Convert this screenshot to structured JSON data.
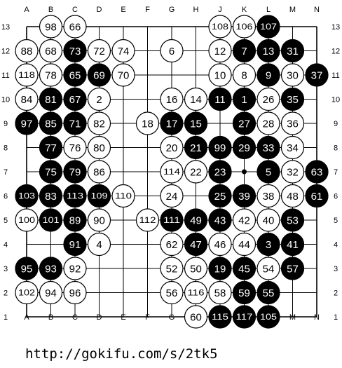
{
  "board": {
    "size": 13,
    "columns": [
      "A",
      "B",
      "C",
      "D",
      "E",
      "F",
      "G",
      "H",
      "J",
      "K",
      "L",
      "M",
      "N"
    ],
    "rows": [
      "13",
      "12",
      "11",
      "10",
      "9",
      "8",
      "7",
      "6",
      "5",
      "4",
      "3",
      "2",
      "1"
    ],
    "stones": [
      {
        "col": "B",
        "row": 13,
        "color": "white",
        "number": "98"
      },
      {
        "col": "C",
        "row": 13,
        "color": "white",
        "number": "66"
      },
      {
        "col": "J",
        "row": 13,
        "color": "white",
        "number": "108"
      },
      {
        "col": "K",
        "row": 13,
        "color": "white",
        "number": "106"
      },
      {
        "col": "L",
        "row": 13,
        "color": "black",
        "number": "107"
      },
      {
        "col": "A",
        "row": 12,
        "color": "white",
        "number": "88"
      },
      {
        "col": "B",
        "row": 12,
        "color": "white",
        "number": "68"
      },
      {
        "col": "C",
        "row": 12,
        "color": "black",
        "number": "73"
      },
      {
        "col": "D",
        "row": 12,
        "color": "white",
        "number": "72"
      },
      {
        "col": "E",
        "row": 12,
        "color": "white",
        "number": "74"
      },
      {
        "col": "G",
        "row": 12,
        "color": "white",
        "number": "6"
      },
      {
        "col": "J",
        "row": 12,
        "color": "white",
        "number": "12"
      },
      {
        "col": "K",
        "row": 12,
        "color": "black",
        "number": "7"
      },
      {
        "col": "L",
        "row": 12,
        "color": "black",
        "number": "13"
      },
      {
        "col": "M",
        "row": 12,
        "color": "black",
        "number": "31"
      },
      {
        "col": "A",
        "row": 11,
        "color": "white",
        "number": "118"
      },
      {
        "col": "B",
        "row": 11,
        "color": "white",
        "number": "78"
      },
      {
        "col": "C",
        "row": 11,
        "color": "black",
        "number": "65"
      },
      {
        "col": "D",
        "row": 11,
        "color": "black",
        "number": "69"
      },
      {
        "col": "E",
        "row": 11,
        "color": "white",
        "number": "70"
      },
      {
        "col": "J",
        "row": 11,
        "color": "white",
        "number": "10"
      },
      {
        "col": "K",
        "row": 11,
        "color": "white",
        "number": "8"
      },
      {
        "col": "L",
        "row": 11,
        "color": "black",
        "number": "9"
      },
      {
        "col": "M",
        "row": 11,
        "color": "white",
        "number": "30"
      },
      {
        "col": "N",
        "row": 11,
        "color": "black",
        "number": "37"
      },
      {
        "col": "A",
        "row": 10,
        "color": "white",
        "number": "84"
      },
      {
        "col": "B",
        "row": 10,
        "color": "black",
        "number": "81"
      },
      {
        "col": "C",
        "row": 10,
        "color": "black",
        "number": "67"
      },
      {
        "col": "D",
        "row": 10,
        "color": "white",
        "number": "2"
      },
      {
        "col": "G",
        "row": 10,
        "color": "white",
        "number": "16"
      },
      {
        "col": "H",
        "row": 10,
        "color": "white",
        "number": "14"
      },
      {
        "col": "J",
        "row": 10,
        "color": "black",
        "number": "11"
      },
      {
        "col": "K",
        "row": 10,
        "color": "black",
        "number": "1"
      },
      {
        "col": "L",
        "row": 10,
        "color": "white",
        "number": "26"
      },
      {
        "col": "M",
        "row": 10,
        "color": "black",
        "number": "35"
      },
      {
        "col": "A",
        "row": 9,
        "color": "black",
        "number": "97"
      },
      {
        "col": "B",
        "row": 9,
        "color": "black",
        "number": "85"
      },
      {
        "col": "C",
        "row": 9,
        "color": "black",
        "number": "71"
      },
      {
        "col": "D",
        "row": 9,
        "color": "white",
        "number": "82"
      },
      {
        "col": "F",
        "row": 9,
        "color": "white",
        "number": "18"
      },
      {
        "col": "G",
        "row": 9,
        "color": "black",
        "number": "17"
      },
      {
        "col": "H",
        "row": 9,
        "color": "black",
        "number": "15"
      },
      {
        "col": "K",
        "row": 9,
        "color": "black",
        "number": "27"
      },
      {
        "col": "L",
        "row": 9,
        "color": "white",
        "number": "28"
      },
      {
        "col": "M",
        "row": 9,
        "color": "white",
        "number": "36"
      },
      {
        "col": "B",
        "row": 8,
        "color": "black",
        "number": "77"
      },
      {
        "col": "C",
        "row": 8,
        "color": "white",
        "number": "76"
      },
      {
        "col": "D",
        "row": 8,
        "color": "white",
        "number": "80"
      },
      {
        "col": "G",
        "row": 8,
        "color": "white",
        "number": "20"
      },
      {
        "col": "H",
        "row": 8,
        "color": "black",
        "number": "21"
      },
      {
        "col": "J",
        "row": 8,
        "color": "black",
        "number": "99"
      },
      {
        "col": "K",
        "row": 8,
        "color": "black",
        "number": "29"
      },
      {
        "col": "L",
        "row": 8,
        "color": "black",
        "number": "33"
      },
      {
        "col": "M",
        "row": 8,
        "color": "white",
        "number": "34"
      },
      {
        "col": "B",
        "row": 7,
        "color": "black",
        "number": "75"
      },
      {
        "col": "C",
        "row": 7,
        "color": "black",
        "number": "79"
      },
      {
        "col": "D",
        "row": 7,
        "color": "white",
        "number": "86"
      },
      {
        "col": "G",
        "row": 7,
        "color": "white",
        "number": "114"
      },
      {
        "col": "H",
        "row": 7,
        "color": "white",
        "number": "22"
      },
      {
        "col": "J",
        "row": 7,
        "color": "black",
        "number": "23"
      },
      {
        "col": "L",
        "row": 7,
        "color": "black",
        "number": "5"
      },
      {
        "col": "M",
        "row": 7,
        "color": "white",
        "number": "32"
      },
      {
        "col": "N",
        "row": 7,
        "color": "black",
        "number": "63"
      },
      {
        "col": "A",
        "row": 6,
        "color": "black",
        "number": "103"
      },
      {
        "col": "B",
        "row": 6,
        "color": "black",
        "number": "83"
      },
      {
        "col": "C",
        "row": 6,
        "color": "black",
        "number": "113"
      },
      {
        "col": "D",
        "row": 6,
        "color": "black",
        "number": "109"
      },
      {
        "col": "E",
        "row": 6,
        "color": "white",
        "number": "110"
      },
      {
        "col": "G",
        "row": 6,
        "color": "white",
        "number": "24"
      },
      {
        "col": "J",
        "row": 6,
        "color": "black",
        "number": "25"
      },
      {
        "col": "K",
        "row": 6,
        "color": "black",
        "number": "39"
      },
      {
        "col": "L",
        "row": 6,
        "color": "white",
        "number": "38"
      },
      {
        "col": "M",
        "row": 6,
        "color": "white",
        "number": "48"
      },
      {
        "col": "N",
        "row": 6,
        "color": "black",
        "number": "61"
      },
      {
        "col": "A",
        "row": 5,
        "color": "white",
        "number": "100"
      },
      {
        "col": "B",
        "row": 5,
        "color": "black",
        "number": "101"
      },
      {
        "col": "C",
        "row": 5,
        "color": "black",
        "number": "89"
      },
      {
        "col": "D",
        "row": 5,
        "color": "white",
        "number": "90"
      },
      {
        "col": "F",
        "row": 5,
        "color": "white",
        "number": "112"
      },
      {
        "col": "G",
        "row": 5,
        "color": "black",
        "number": "111"
      },
      {
        "col": "H",
        "row": 5,
        "color": "black",
        "number": "49"
      },
      {
        "col": "J",
        "row": 5,
        "color": "black",
        "number": "43"
      },
      {
        "col": "K",
        "row": 5,
        "color": "white",
        "number": "42"
      },
      {
        "col": "L",
        "row": 5,
        "color": "white",
        "number": "40"
      },
      {
        "col": "M",
        "row": 5,
        "color": "black",
        "number": "53"
      },
      {
        "col": "C",
        "row": 4,
        "color": "black",
        "number": "91"
      },
      {
        "col": "D",
        "row": 4,
        "color": "white",
        "number": "4"
      },
      {
        "col": "G",
        "row": 4,
        "color": "white",
        "number": "62"
      },
      {
        "col": "H",
        "row": 4,
        "color": "black",
        "number": "47"
      },
      {
        "col": "J",
        "row": 4,
        "color": "white",
        "number": "46"
      },
      {
        "col": "K",
        "row": 4,
        "color": "white",
        "number": "44"
      },
      {
        "col": "L",
        "row": 4,
        "color": "black",
        "number": "3"
      },
      {
        "col": "M",
        "row": 4,
        "color": "black",
        "number": "41"
      },
      {
        "col": "A",
        "row": 3,
        "color": "black",
        "number": "95"
      },
      {
        "col": "B",
        "row": 3,
        "color": "black",
        "number": "93"
      },
      {
        "col": "C",
        "row": 3,
        "color": "white",
        "number": "92"
      },
      {
        "col": "G",
        "row": 3,
        "color": "white",
        "number": "52"
      },
      {
        "col": "H",
        "row": 3,
        "color": "white",
        "number": "50"
      },
      {
        "col": "J",
        "row": 3,
        "color": "black",
        "number": "19"
      },
      {
        "col": "K",
        "row": 3,
        "color": "black",
        "number": "45"
      },
      {
        "col": "L",
        "row": 3,
        "color": "white",
        "number": "54"
      },
      {
        "col": "M",
        "row": 3,
        "color": "black",
        "number": "57"
      },
      {
        "col": "A",
        "row": 2,
        "color": "white",
        "number": "102"
      },
      {
        "col": "B",
        "row": 2,
        "color": "white",
        "number": "94"
      },
      {
        "col": "C",
        "row": 2,
        "color": "white",
        "number": "96"
      },
      {
        "col": "G",
        "row": 2,
        "color": "white",
        "number": "56"
      },
      {
        "col": "H",
        "row": 2,
        "color": "white",
        "number": "116"
      },
      {
        "col": "J",
        "row": 2,
        "color": "white",
        "number": "58"
      },
      {
        "col": "K",
        "row": 2,
        "color": "black",
        "number": "59"
      },
      {
        "col": "L",
        "row": 2,
        "color": "black",
        "number": "55"
      },
      {
        "col": "H",
        "row": 1,
        "color": "white",
        "number": "60"
      },
      {
        "col": "J",
        "row": 1,
        "color": "black",
        "number": "115"
      },
      {
        "col": "K",
        "row": 1,
        "color": "black",
        "number": "117"
      },
      {
        "col": "L",
        "row": 1,
        "color": "black",
        "number": "105"
      }
    ],
    "star_points": [
      {
        "col": "K",
        "row": 7
      }
    ]
  },
  "footer": {
    "url": "http://gokifu.com/s/2tk5"
  },
  "colors": {
    "black_stone": "#000000",
    "white_stone": "#ffffff",
    "line": "#000000",
    "background": "#ffffff"
  }
}
